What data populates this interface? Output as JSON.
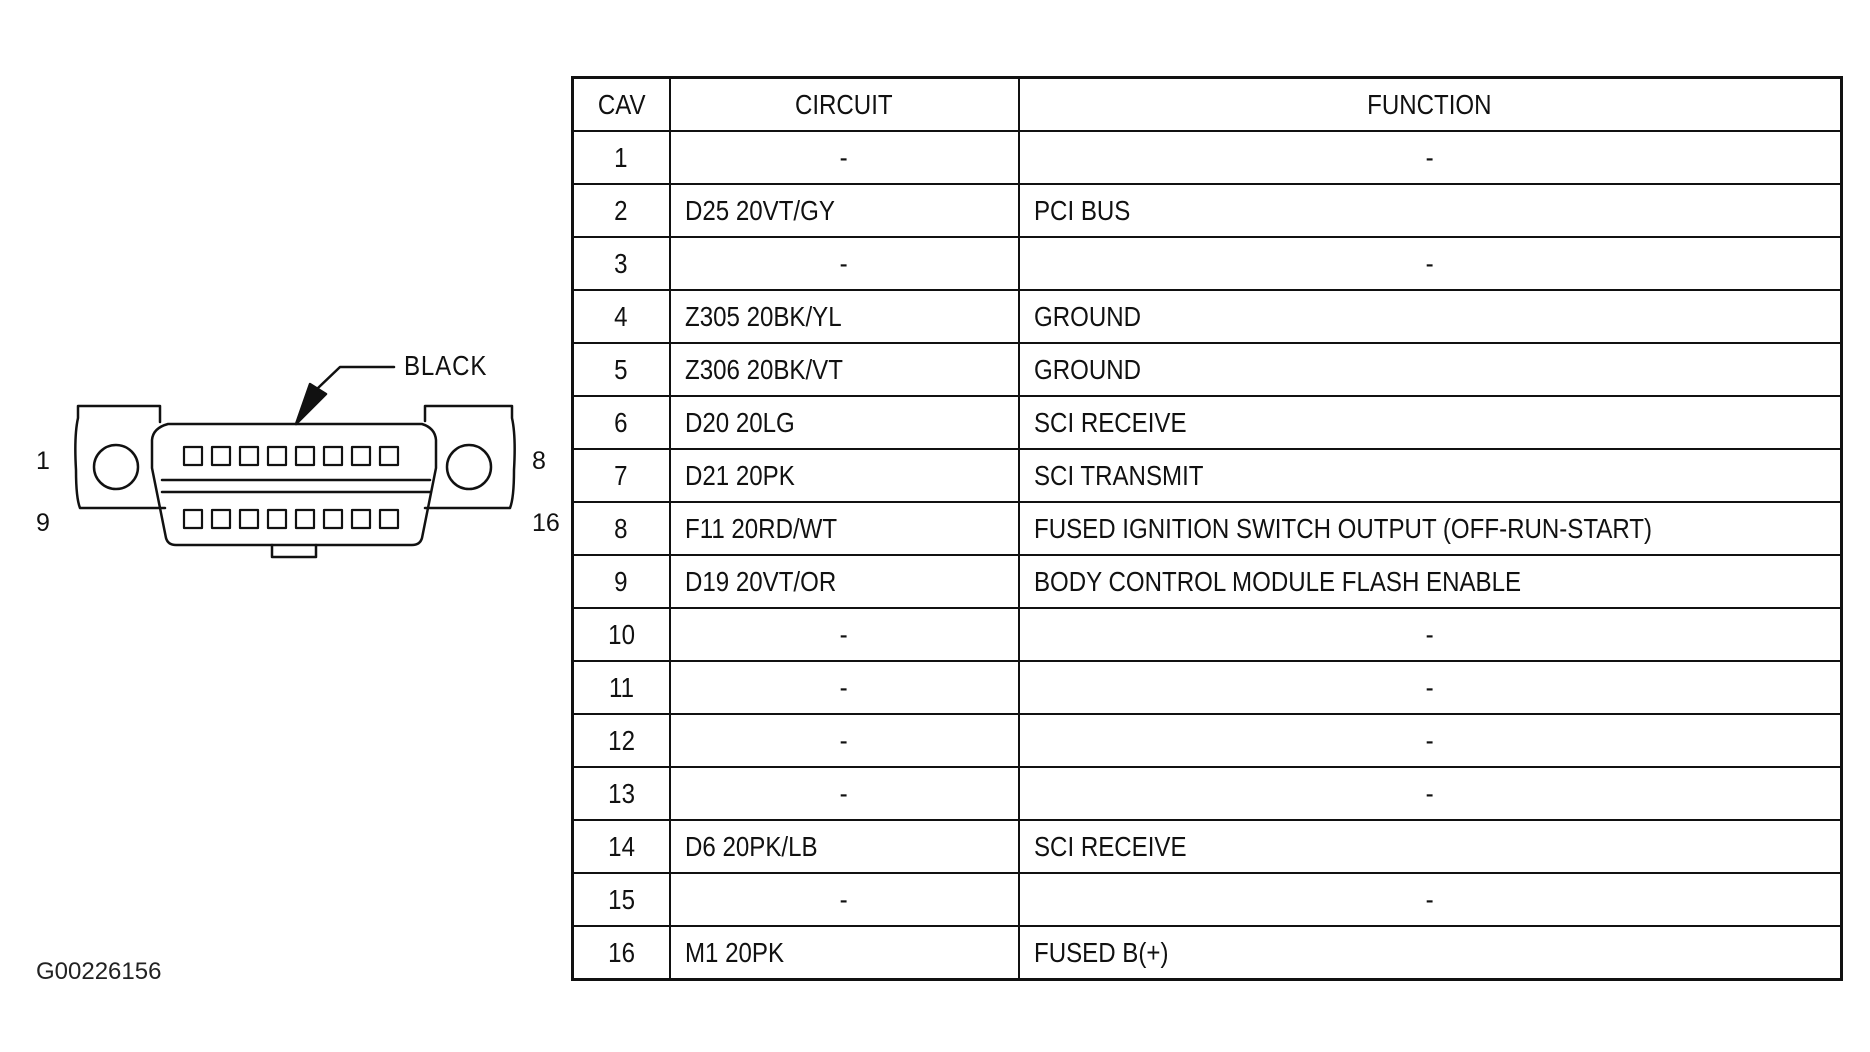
{
  "connector": {
    "color_label": "BLACK",
    "pin_labels": {
      "top_left": "1",
      "top_right": "8",
      "bottom_left": "9",
      "bottom_right": "16"
    }
  },
  "table": {
    "headers": [
      "CAV",
      "CIRCUIT",
      "FUNCTION"
    ],
    "rows": [
      {
        "cav": "1",
        "circuit": "-",
        "function": "-"
      },
      {
        "cav": "2",
        "circuit": "D25 20VT/GY",
        "function": "PCI BUS"
      },
      {
        "cav": "3",
        "circuit": "-",
        "function": "-"
      },
      {
        "cav": "4",
        "circuit": "Z305 20BK/YL",
        "function": "GROUND"
      },
      {
        "cav": "5",
        "circuit": "Z306 20BK/VT",
        "function": "GROUND"
      },
      {
        "cav": "6",
        "circuit": "D20 20LG",
        "function": "SCI RECEIVE"
      },
      {
        "cav": "7",
        "circuit": "D21 20PK",
        "function": "SCI TRANSMIT"
      },
      {
        "cav": "8",
        "circuit": "F11 20RD/WT",
        "function": "FUSED IGNITION SWITCH OUTPUT (OFF-RUN-START)"
      },
      {
        "cav": "9",
        "circuit": "D19 20VT/OR",
        "function": "BODY CONTROL MODULE FLASH ENABLE"
      },
      {
        "cav": "10",
        "circuit": "-",
        "function": "-"
      },
      {
        "cav": "11",
        "circuit": "-",
        "function": "-"
      },
      {
        "cav": "12",
        "circuit": "-",
        "function": "-"
      },
      {
        "cav": "13",
        "circuit": "-",
        "function": "-"
      },
      {
        "cav": "14",
        "circuit": "D6 20PK/LB",
        "function": "SCI RECEIVE"
      },
      {
        "cav": "15",
        "circuit": "-",
        "function": "-"
      },
      {
        "cav": "16",
        "circuit": "M1 20PK",
        "function": "FUSED B(+)"
      }
    ]
  },
  "figure_id": "G00226156"
}
